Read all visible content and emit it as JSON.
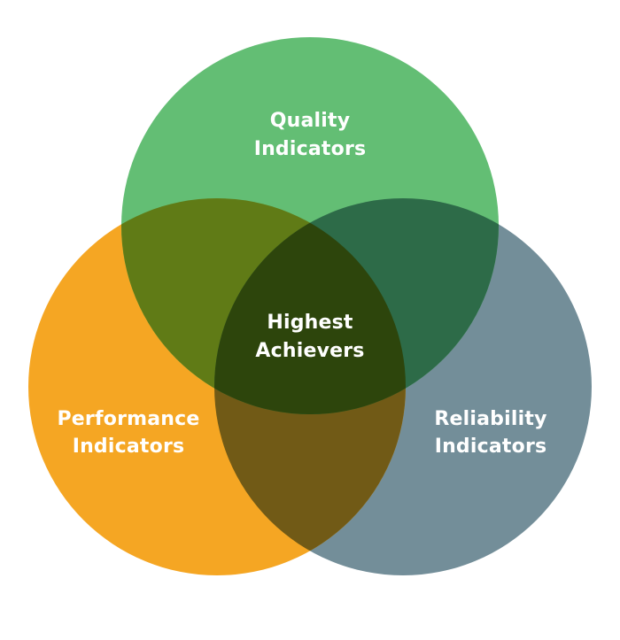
{
  "diagram": {
    "type": "venn-3",
    "sets": {
      "quality": {
        "line1": "Quality",
        "line2": "Indicators",
        "color": "#63BE74"
      },
      "performance": {
        "line1": "Performance",
        "line2": "Indicators",
        "color": "#F5A623"
      },
      "reliability": {
        "line1": "Reliability",
        "line2": "Indicators",
        "color": "#738E99"
      }
    },
    "overlaps": {
      "quality_performance": {
        "color": "#607B16"
      },
      "quality_reliability": {
        "color": "#2D6B48"
      },
      "performance_reliability": {
        "color": "#715A16"
      },
      "center": {
        "line1": "Highest",
        "line2": "Achievers",
        "color": "#2D450C"
      }
    }
  }
}
